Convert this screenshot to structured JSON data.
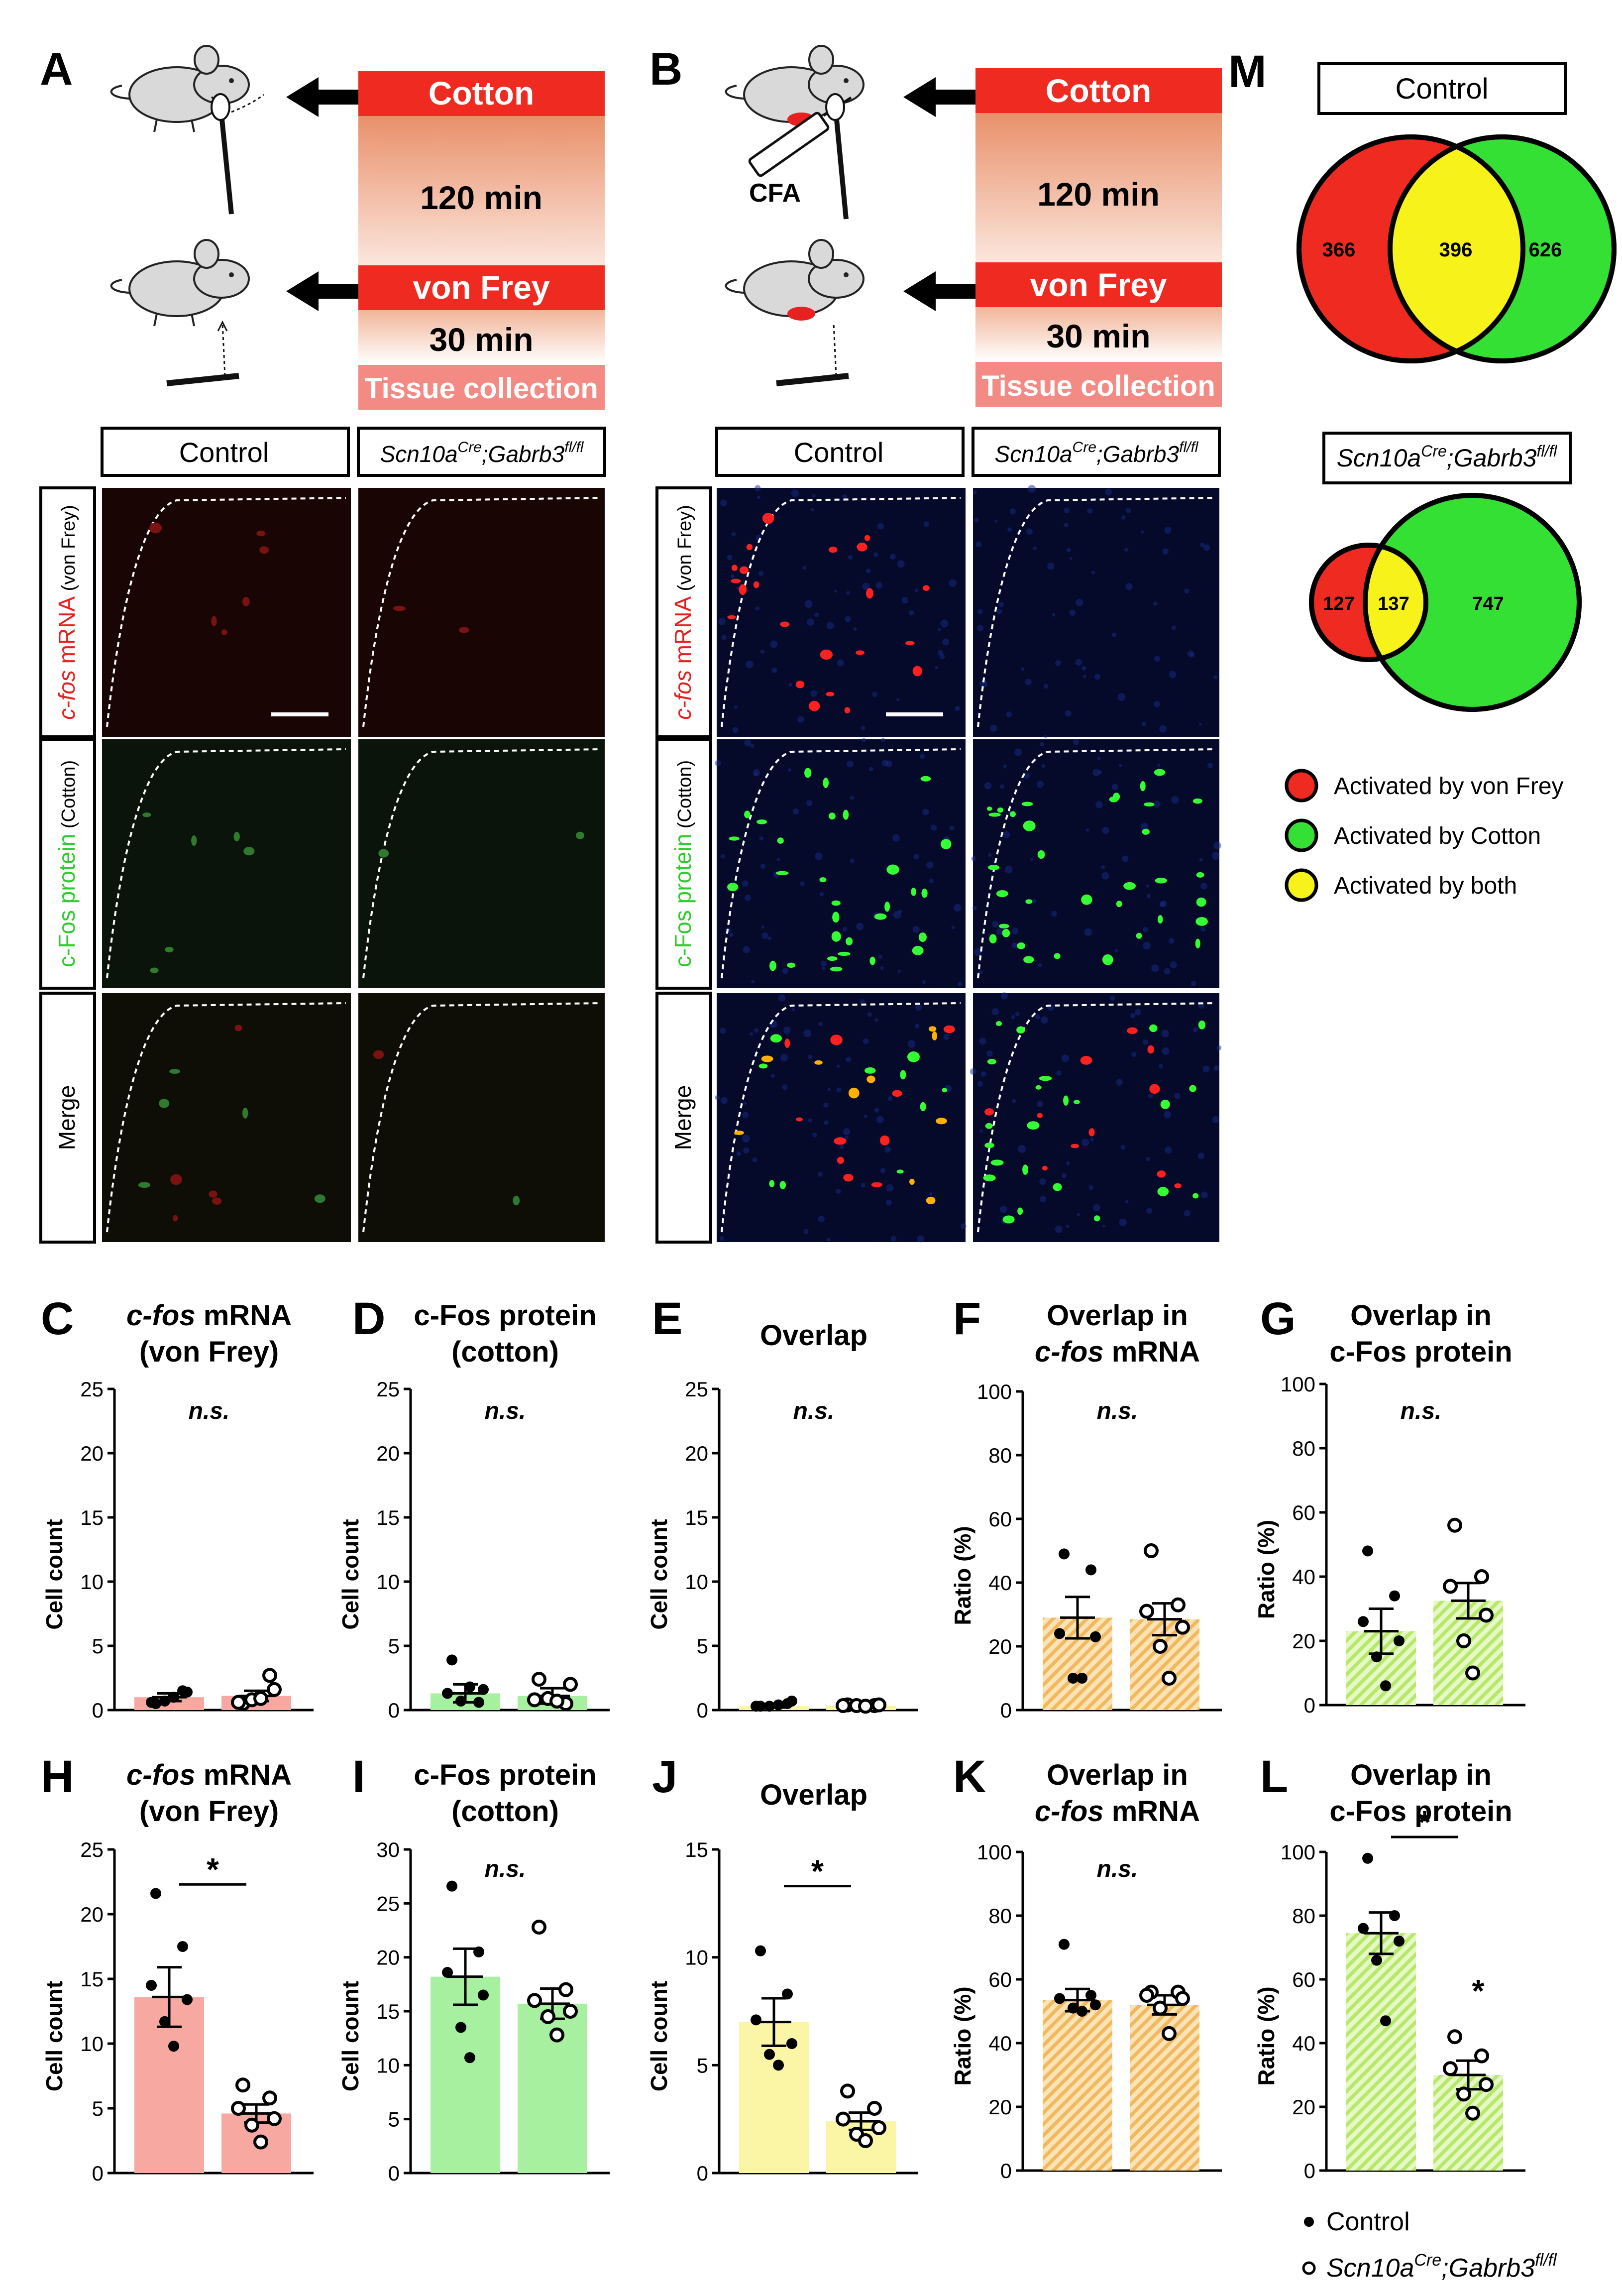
{
  "panel_letters": [
    "A",
    "B",
    "C",
    "D",
    "E",
    "F",
    "G",
    "H",
    "I",
    "J",
    "K",
    "L",
    "M"
  ],
  "protocol": {
    "cotton": "Cotton",
    "wait1": "120 min",
    "von_frey": "von Frey",
    "wait2": "30 min",
    "tissue": "Tissue collection",
    "cfa": "CFA"
  },
  "genotypes": {
    "control": "Control",
    "cko_base": "Scn10a",
    "cko_sup1": "Cre",
    "cko_mid": ";Gabrb3",
    "cko_sup2": "fl/fl"
  },
  "row_labels": {
    "r1_a": "c-fos",
    "r1_b": " mRNA",
    "r1_c": " (von Frey)",
    "r2_a": "c-Fos protein",
    "r2_c": " (Cotton)",
    "r3": "Merge"
  },
  "colors": {
    "red": "#e8201f",
    "green": "#35e035",
    "yellow": "#f7f21a",
    "bar_red": "#f7a8a0",
    "bar_green": "#a6f0a0",
    "bar_yellow": "#fbf6a6",
    "bar_orange_hatch": "#f3c67a",
    "bar_lime_hatch": "#c8ee8c"
  },
  "venn": {
    "control": {
      "title": "Control",
      "left": "366",
      "overlap": "396",
      "right": "626"
    },
    "cko": {
      "left": "127",
      "overlap": "137",
      "right": "747"
    }
  },
  "legend": {
    "vf": "Activated by von Frey",
    "cotton": "Activated by Cotton",
    "both": "Activated by both",
    "control": "Control"
  },
  "chart_data": [
    {
      "panel": "C",
      "type": "bar",
      "title_a": "c-fos",
      "title_b": " mRNA",
      "title_2": "(von Frey)",
      "ylabel": "Cell count",
      "ylim": [
        0,
        25
      ],
      "yticks": [
        "0",
        "5",
        "10",
        "15",
        "20",
        "25"
      ],
      "stat": "n.s.",
      "fill": "#f7a8a0",
      "series": [
        {
          "mean": 1.0,
          "sem": 0.3,
          "points": [
            0.5,
            1.5,
            0.6,
            1.4,
            0.7,
            1.0
          ]
        },
        {
          "mean": 1.1,
          "sem": 0.4,
          "points": [
            0.5,
            2.7,
            0.6,
            1.6,
            0.8,
            0.9
          ]
        }
      ]
    },
    {
      "panel": "D",
      "type": "bar",
      "title_1": "c-Fos protein",
      "title_2": "(cotton)",
      "ylabel": "Cell count",
      "ylim": [
        0,
        25
      ],
      "yticks": [
        "0",
        "5",
        "10",
        "15",
        "20",
        "25"
      ],
      "stat": "n.s.",
      "fill": "#a6f0a0",
      "series": [
        {
          "mean": 1.3,
          "sem": 0.7,
          "points": [
            3.9,
            0.6,
            1.3,
            1.6,
            0.7,
            1.8
          ]
        },
        {
          "mean": 1.1,
          "sem": 0.6,
          "points": [
            2.4,
            0.5,
            0.8,
            2.0,
            0.9,
            0.7
          ]
        }
      ]
    },
    {
      "panel": "E",
      "type": "bar",
      "title_1": "Overlap",
      "ylabel": "Cell count",
      "ylim": [
        0,
        25
      ],
      "yticks": [
        "0",
        "5",
        "10",
        "15",
        "20",
        "25"
      ],
      "stat": "n.s.",
      "fill": "#fbf6a6",
      "series": [
        {
          "mean": 0.3,
          "sem": 0.1,
          "points": [
            0.3,
            0.5,
            0.3,
            0.7,
            0.3,
            0.4
          ]
        },
        {
          "mean": 0.35,
          "sem": 0.1,
          "points": [
            0.4,
            0.35,
            0.35,
            0.4,
            0.35,
            0.3
          ]
        }
      ]
    },
    {
      "panel": "F",
      "type": "bar",
      "title_1": "Overlap in",
      "title_a": "c-fos",
      "title_b": " mRNA",
      "ylabel": "Ratio (%)",
      "ylim": [
        0,
        100
      ],
      "yticks": [
        "0",
        "20",
        "40",
        "60",
        "80",
        "100"
      ],
      "stat": "n.s.",
      "fill": "#f3c67a",
      "hatch": true,
      "series": [
        {
          "mean": 29,
          "sem": 6.5,
          "points": [
            49,
            44,
            24,
            23,
            10,
            10
          ]
        },
        {
          "mean": 28.5,
          "sem": 5,
          "points": [
            50,
            33,
            31,
            26,
            20,
            10
          ]
        }
      ]
    },
    {
      "panel": "G",
      "type": "bar",
      "title_1": "Overlap in",
      "title_2": "c-Fos protein",
      "ylabel": "Ratio (%)",
      "ylim": [
        0,
        100
      ],
      "yticks": [
        "0",
        "20",
        "40",
        "60",
        "80",
        "100"
      ],
      "stat": "n.s.",
      "fill": "#c8ee8c",
      "hatch": true,
      "series": [
        {
          "mean": 23,
          "sem": 7,
          "points": [
            48,
            34,
            26,
            20,
            15,
            6
          ]
        },
        {
          "mean": 32.5,
          "sem": 5.5,
          "points": [
            56,
            40,
            37,
            28,
            20,
            10
          ]
        }
      ]
    },
    {
      "panel": "H",
      "type": "bar",
      "title_a": "c-fos",
      "title_b": " mRNA",
      "title_2": "(von Frey)",
      "ylabel": "Cell count",
      "ylim": [
        0,
        25
      ],
      "yticks": [
        "0",
        "5",
        "10",
        "15",
        "20",
        "25"
      ],
      "stat": "*",
      "fill": "#f7a8a0",
      "series": [
        {
          "mean": 13.6,
          "sem": 2.3,
          "points": [
            21.6,
            17.5,
            14.5,
            13.4,
            11.7,
            9.8
          ]
        },
        {
          "mean": 4.6,
          "sem": 0.7,
          "points": [
            6.8,
            5.8,
            5.0,
            4.2,
            3.7,
            2.4
          ]
        }
      ]
    },
    {
      "panel": "I",
      "type": "bar",
      "title_1": "c-Fos protein",
      "title_2": "(cotton)",
      "ylabel": "Cell count",
      "ylim": [
        0,
        30
      ],
      "yticks": [
        "0",
        "5",
        "10",
        "15",
        "20",
        "25",
        "30"
      ],
      "stat": "n.s.",
      "fill": "#a6f0a0",
      "series": [
        {
          "mean": 18.2,
          "sem": 2.6,
          "points": [
            26.6,
            20.5,
            18.6,
            16.5,
            13.5,
            10.7
          ]
        },
        {
          "mean": 15.7,
          "sem": 1.4,
          "points": [
            22.8,
            17.0,
            16.0,
            15.0,
            14.5,
            12.8
          ]
        }
      ]
    },
    {
      "panel": "J",
      "type": "bar",
      "title_1": "Overlap",
      "ylabel": "Cell count",
      "ylim": [
        0,
        15
      ],
      "yticks": [
        "0",
        "5",
        "10",
        "15"
      ],
      "stat": "*",
      "fill": "#fbf6a6",
      "series": [
        {
          "mean": 7.0,
          "sem": 1.1,
          "points": [
            10.3,
            8.3,
            7.1,
            6.0,
            5.5,
            5.0
          ]
        },
        {
          "mean": 2.4,
          "sem": 0.4,
          "points": [
            3.8,
            3.0,
            2.5,
            2.1,
            1.8,
            1.5
          ]
        }
      ]
    },
    {
      "panel": "K",
      "type": "bar",
      "title_1": "Overlap in",
      "title_a": "c-fos",
      "title_b": " mRNA",
      "ylabel": "Ratio (%)",
      "ylim": [
        0,
        100
      ],
      "yticks": [
        "0",
        "20",
        "40",
        "60",
        "80",
        "100"
      ],
      "stat": "n.s.",
      "fill": "#f3c67a",
      "hatch": true,
      "series": [
        {
          "mean": 53.5,
          "sem": 3.5,
          "points": [
            71,
            55,
            54,
            52,
            51,
            50
          ]
        },
        {
          "mean": 52,
          "sem": 3,
          "points": [
            56,
            56,
            55,
            54,
            51,
            43
          ]
        }
      ]
    },
    {
      "panel": "L",
      "type": "bar",
      "title_1": "Overlap in",
      "title_2": "c-Fos protein",
      "ylabel": "Ratio (%)",
      "ylim": [
        0,
        100
      ],
      "yticks": [
        "0",
        "20",
        "40",
        "60",
        "80",
        "100"
      ],
      "stat": "*",
      "stat2": "*",
      "fill": "#c8ee8c",
      "hatch": true,
      "series": [
        {
          "mean": 74.5,
          "sem": 6.5,
          "points": [
            98,
            80,
            76,
            72,
            66,
            47
          ]
        },
        {
          "mean": 30,
          "sem": 4.5,
          "points": [
            42,
            36,
            32,
            27,
            24,
            18
          ]
        }
      ]
    }
  ]
}
